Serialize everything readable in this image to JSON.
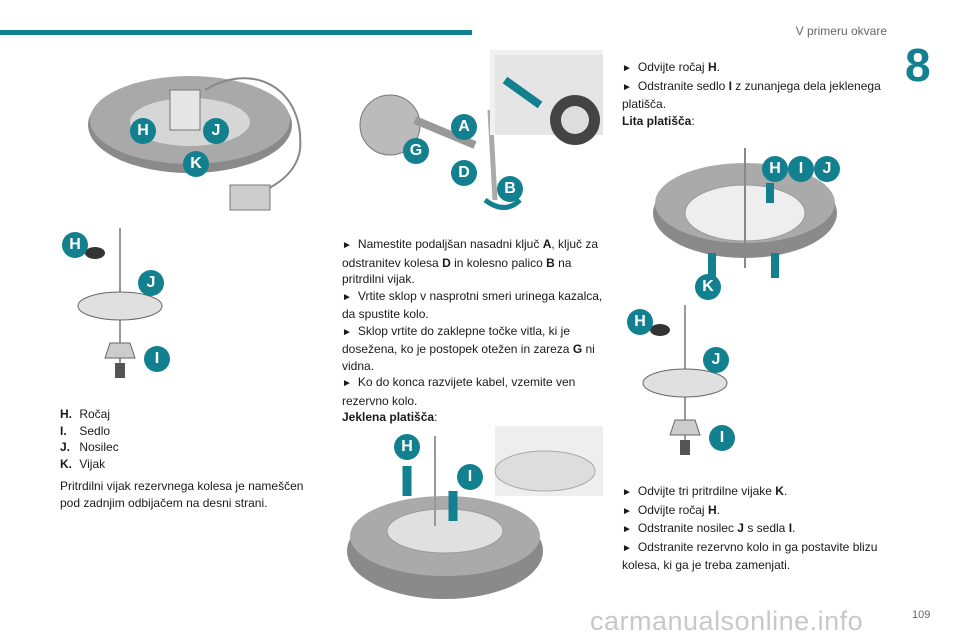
{
  "header": {
    "section": "V primeru okvare",
    "chapter": "8"
  },
  "footer": {
    "page": "109",
    "watermark": "carmanualsonline.info"
  },
  "figures": {
    "fig1": [
      "H",
      "J",
      "K"
    ],
    "fig2": [
      "H",
      "J",
      "I"
    ],
    "fig3": [
      "A",
      "G",
      "D",
      "B"
    ],
    "fig4": [
      "H",
      "I"
    ],
    "fig5": [
      "H",
      "I",
      "J",
      "K"
    ],
    "fig6": [
      "H",
      "J",
      "I"
    ]
  },
  "left": {
    "legend": [
      {
        "key": "H.",
        "label": "Ročaj"
      },
      {
        "key": "I.",
        "label": "Sedlo"
      },
      {
        "key": "J.",
        "label": "Nosilec"
      },
      {
        "key": "K.",
        "label": "Vijak"
      }
    ],
    "note": "Pritrdilni vijak rezervnega kolesa je nameščen pod zadnjim odbijačem na desni strani."
  },
  "middle": {
    "steps": [
      {
        "a": "Namestite podaljšan nasadni ključ ",
        "b1": "A",
        "c": ", ključ za odstranitev kolesa ",
        "b2": "D",
        "d": " in kolesno palico ",
        "b3": "B",
        "e": " na pritrdilni vijak."
      },
      {
        "a": "Vrtite sklop v nasprotni smeri urinega kazalca, da spustite kolo."
      },
      {
        "a": "Sklop vrtite do zaklepne točke vitla, ki je dosežena, ko je postopek otežen in zareza ",
        "b1": "G",
        "c": " ni vidna."
      },
      {
        "a": "Ko do konca razvijete kabel, vzemite ven rezervno kolo."
      }
    ],
    "subheading": "Jeklena platišča",
    "colon": ":"
  },
  "right": {
    "steps_top": [
      {
        "a": "Odvijte ročaj ",
        "b": "H",
        "c": "."
      },
      {
        "a": "Odstranite sedlo ",
        "b": "I",
        "c": " z zunanjega dela jeklenega platišča."
      }
    ],
    "subheading": "Lita platišča",
    "colon": ":",
    "steps_bottom": [
      {
        "a": "Odvijte tri pritrdilne vijake ",
        "b": "K",
        "c": "."
      },
      {
        "a": "Odvijte ročaj ",
        "b": "H",
        "c": "."
      },
      {
        "a": "Odstranite nosilec ",
        "b": "J",
        "c": " s sedla ",
        "d": "I",
        "e": "."
      },
      {
        "a": "Odstranite rezervno kolo in ga postavite blizu kolesa, ki ga je treba zamenjati."
      }
    ]
  },
  "bullet": "►"
}
